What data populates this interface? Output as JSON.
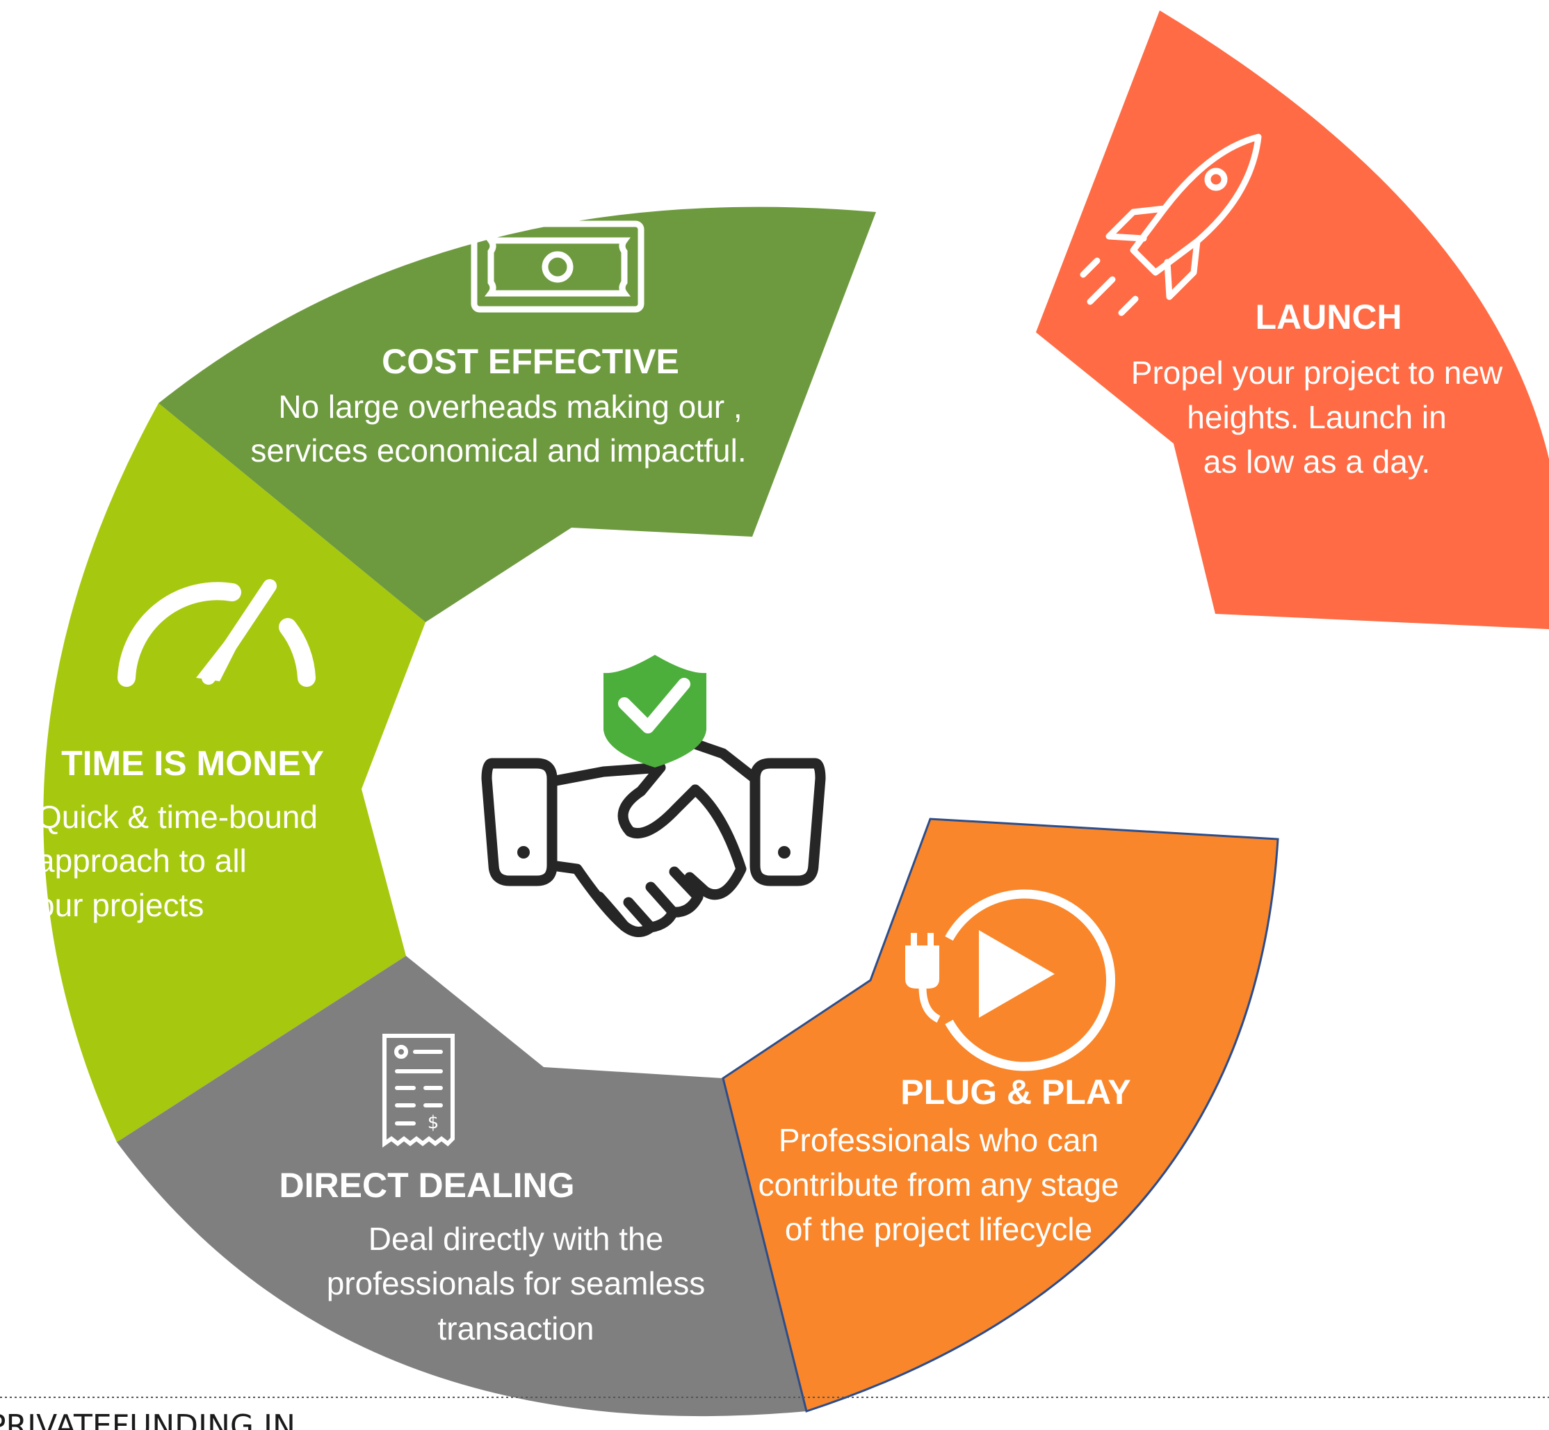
{
  "center": {
    "icon": "handshake-shield-check-icon",
    "shield_color": "#4caf3b"
  },
  "segments": [
    {
      "id": "cost-effective",
      "title": "COST EFFECTIVE",
      "lines": [
        "No large overheads making our ,",
        "services economical and impactful."
      ],
      "color": "#6e9a3f",
      "icon": "banknote-icon"
    },
    {
      "id": "time-is-money",
      "title": "TIME IS MONEY",
      "lines": [
        "Quick & time-bound",
        "approach to all",
        "our projects"
      ],
      "color": "#a6c80e",
      "icon": "speedometer-icon"
    },
    {
      "id": "direct-dealing",
      "title": "DIRECT DEALING",
      "lines": [
        "Deal directly with the",
        "professionals for seamless",
        "transaction"
      ],
      "color": "#7f7f7f",
      "icon": "receipt-icon"
    },
    {
      "id": "plug-and-play",
      "title": "PLUG & PLAY",
      "lines": [
        "Professionals who can",
        "contribute from any stage",
        "of the project lifecycle"
      ],
      "color": "#f9862a",
      "icon": "plug-play-icon"
    },
    {
      "id": "launch",
      "title": "LAUNCH",
      "lines": [
        "Propel your project to new",
        "heights. Launch in",
        "as low as a day."
      ],
      "color": "#ff6b44",
      "icon": "rocket-icon"
    }
  ],
  "footer": {
    "text": "PRIVATEFUNDING.IN"
  }
}
